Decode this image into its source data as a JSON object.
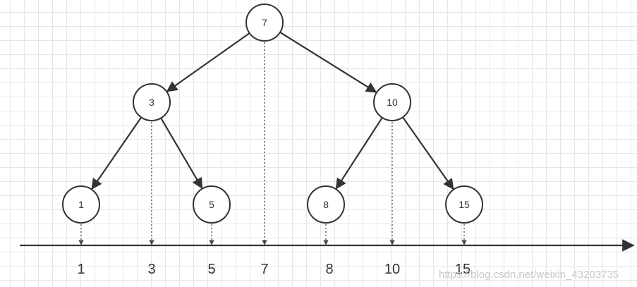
{
  "tree": {
    "nodes": [
      {
        "id": "n7",
        "label": "7"
      },
      {
        "id": "n3",
        "label": "3"
      },
      {
        "id": "n10",
        "label": "10"
      },
      {
        "id": "n1",
        "label": "1"
      },
      {
        "id": "n5",
        "label": "5"
      },
      {
        "id": "n8",
        "label": "8"
      },
      {
        "id": "n15",
        "label": "15"
      }
    ],
    "edges": [
      {
        "from": "n7",
        "to": "n3"
      },
      {
        "from": "n7",
        "to": "n10"
      },
      {
        "from": "n3",
        "to": "n1"
      },
      {
        "from": "n3",
        "to": "n5"
      },
      {
        "from": "n10",
        "to": "n8"
      },
      {
        "from": "n10",
        "to": "n15"
      }
    ]
  },
  "axis": {
    "labels": [
      "1",
      "3",
      "5",
      "7",
      "8",
      "10",
      "15"
    ]
  },
  "watermark": "https://blog.csdn.net/weixin_43203735"
}
